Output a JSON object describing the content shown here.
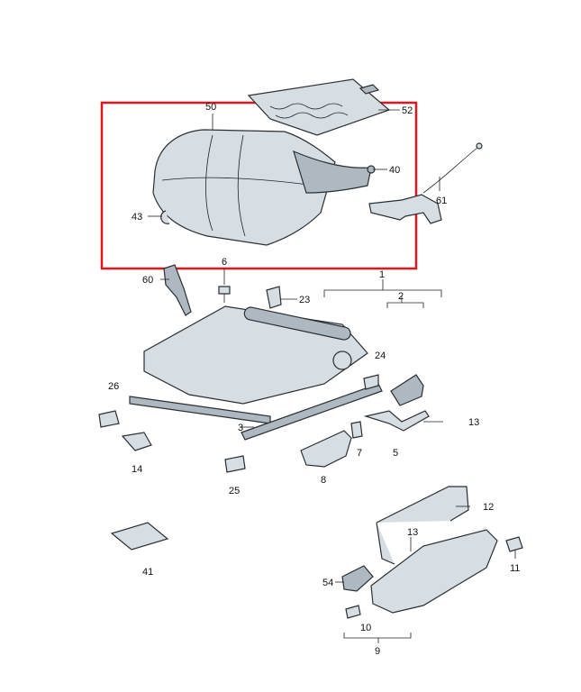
{
  "diagram": {
    "highlight_color": "#e0161b",
    "callouts": {
      "c50": "50",
      "c52": "52",
      "c40": "40",
      "c43": "43",
      "c61": "61",
      "c60": "60",
      "c6": "6",
      "c23": "23",
      "c1": "1",
      "c2": "2",
      "c24": "24",
      "c26": "26",
      "c3": "3",
      "c13a": "13",
      "c14": "14",
      "c7": "7",
      "c5": "5",
      "c8": "8",
      "c25": "25",
      "c12": "12",
      "c41": "41",
      "c13b": "13",
      "c11": "11",
      "c54": "54",
      "c10": "10",
      "c9": "9"
    }
  }
}
